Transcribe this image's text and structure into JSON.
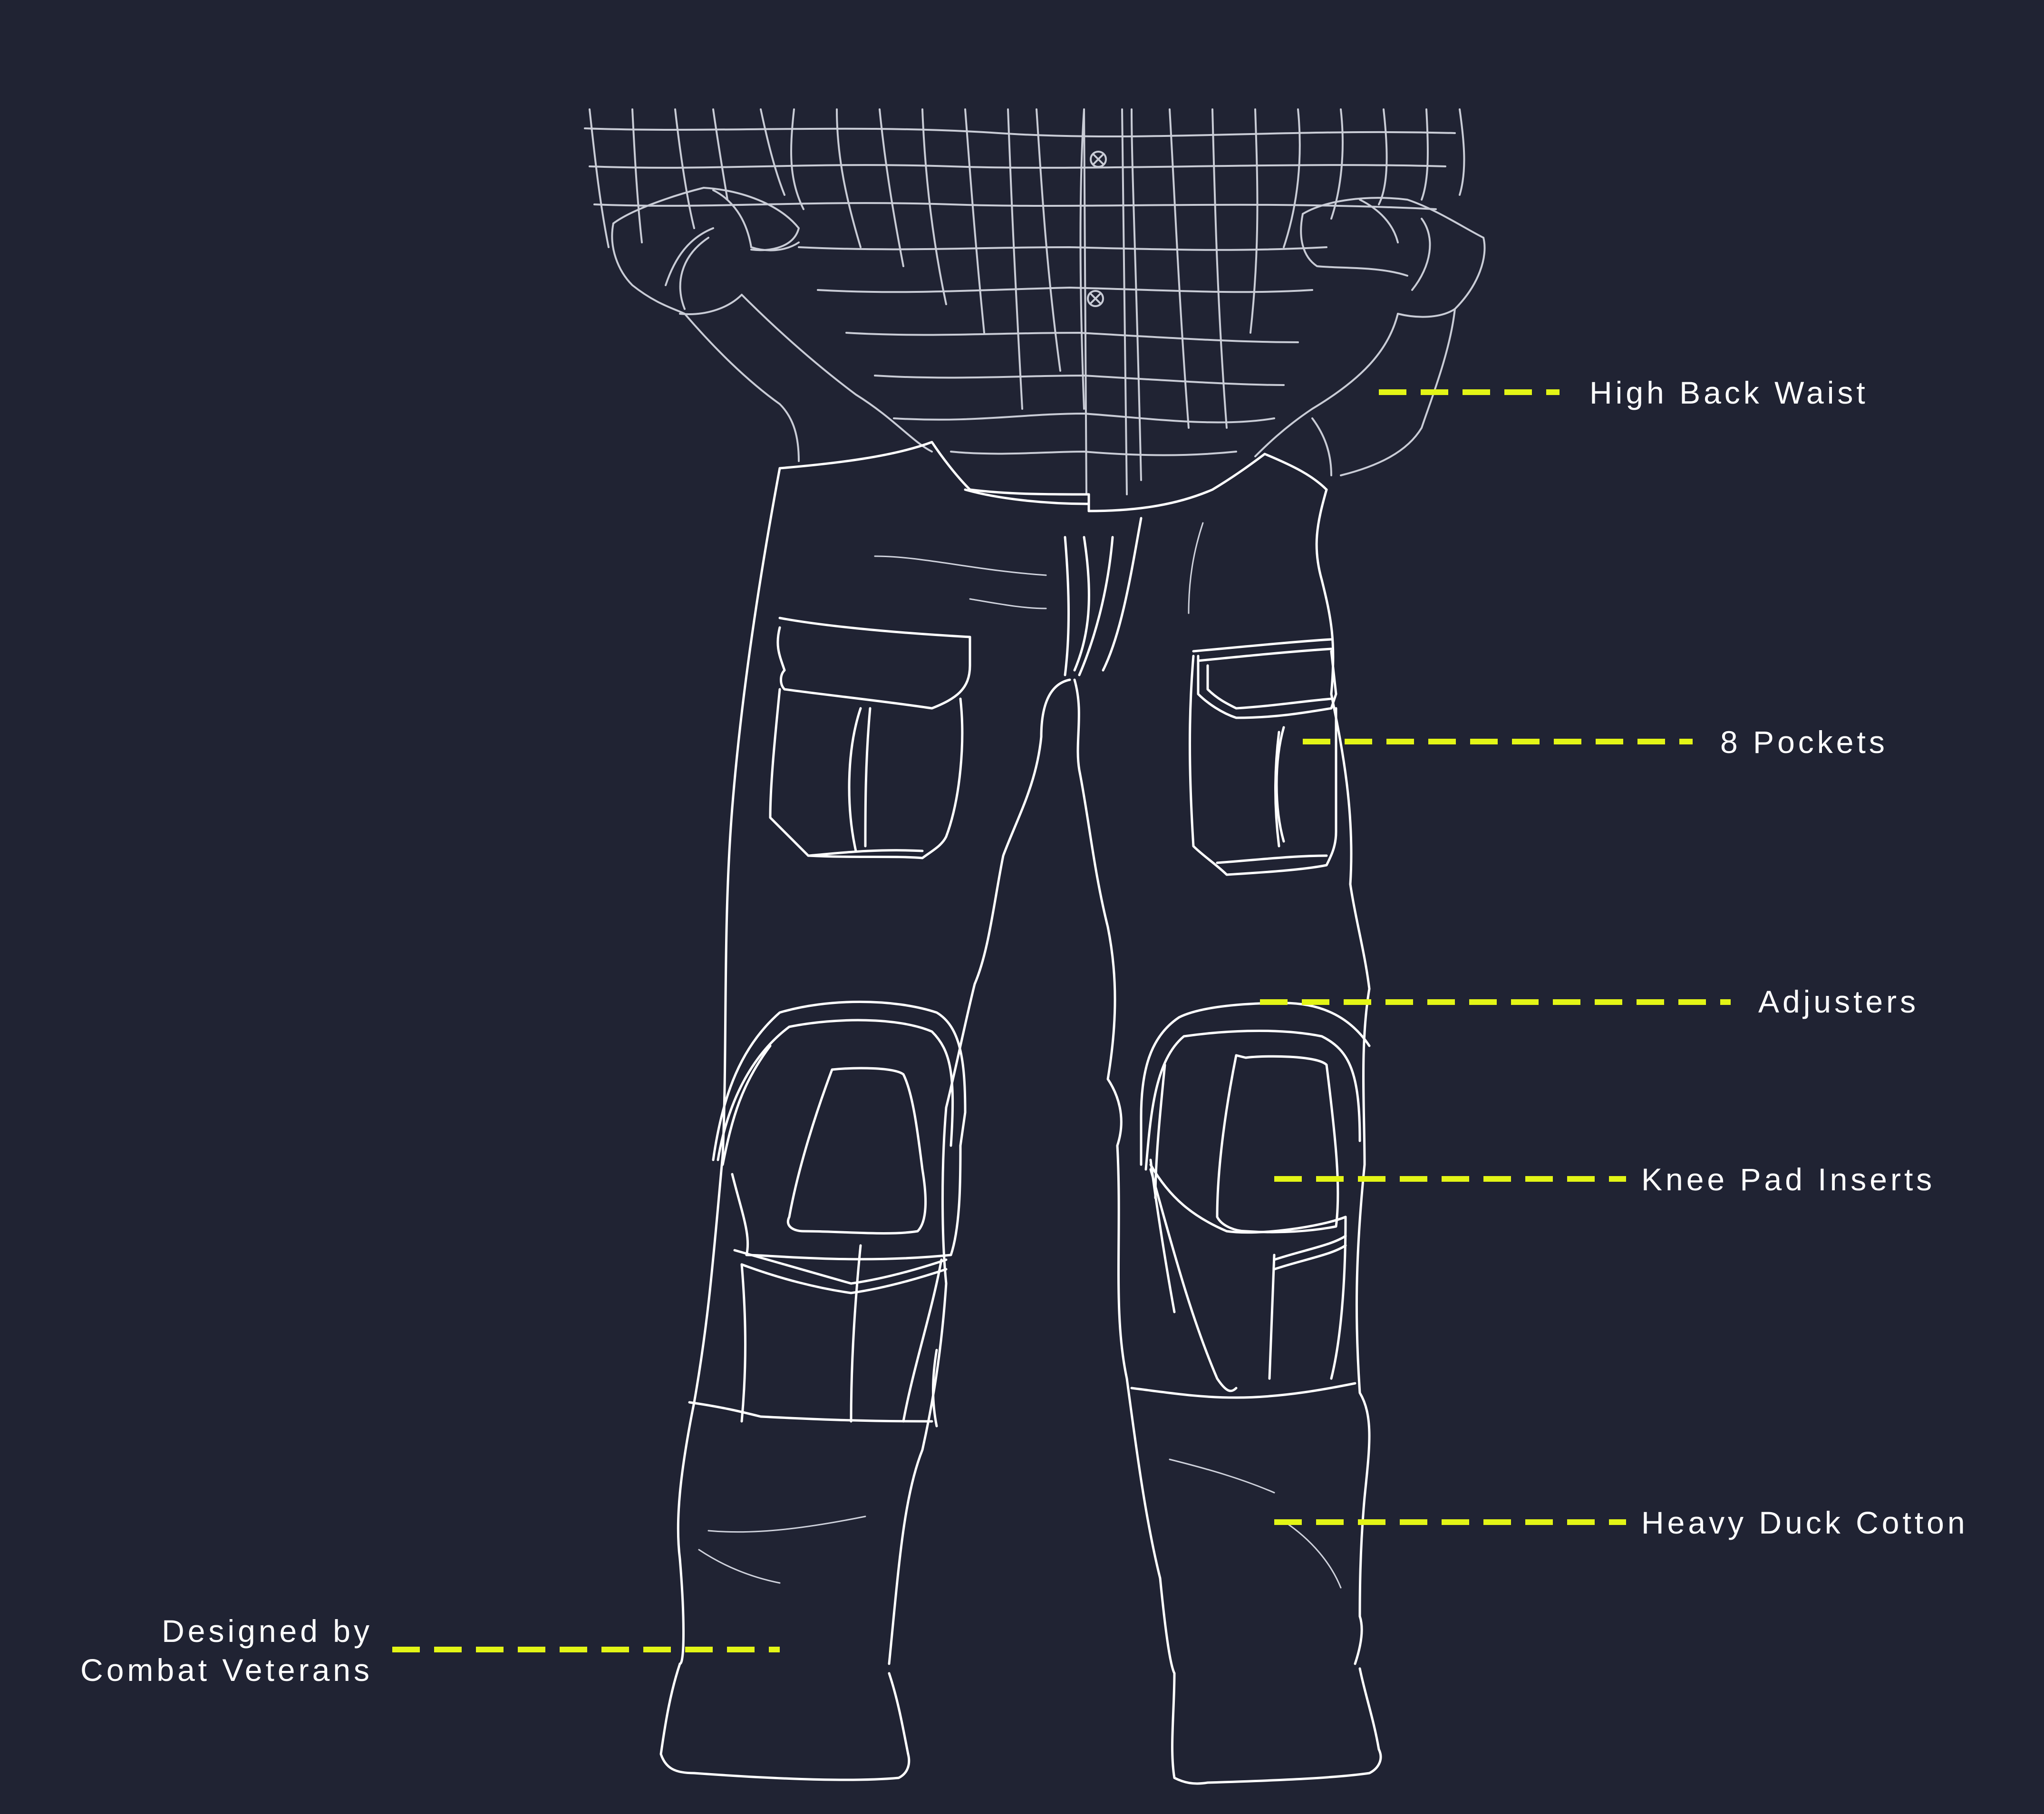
{
  "colors": {
    "background": "#202333",
    "line_art": "#ffffff",
    "leader": "#e3f516",
    "label_text": "#ffffff"
  },
  "icons": {
    "illustration": "tactical-trousers-line-drawing",
    "leader_style": "dashed-line"
  },
  "callouts": [
    {
      "id": "high-back-waist",
      "label": "High Back Waist"
    },
    {
      "id": "pockets",
      "label": "8 Pockets"
    },
    {
      "id": "adjusters",
      "label": "Adjusters"
    },
    {
      "id": "knee-pad-inserts",
      "label": "Knee Pad Inserts"
    },
    {
      "id": "heavy-duck-cotton",
      "label": "Heavy Duck Cotton"
    },
    {
      "id": "designed-by",
      "label_line1": "Designed by",
      "label_line2": "Combat Veterans"
    }
  ]
}
